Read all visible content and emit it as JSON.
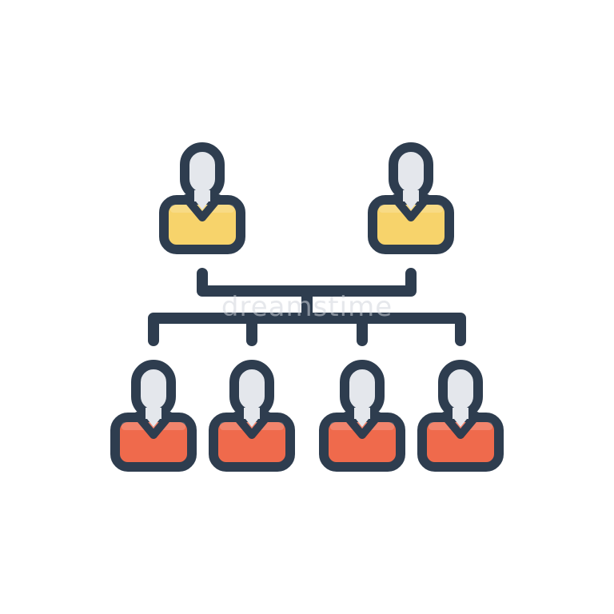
{
  "watermark": "dreamstime",
  "icon": {
    "name": "organization-hierarchy-icon",
    "colors": {
      "outline": "#2e3d4f",
      "head": "#e4e7ec",
      "upper_body": "#f7d36b",
      "lower_body": "#ef6a4c",
      "background": "#ffffff"
    },
    "upper_row_people": 2,
    "lower_row_people": 4
  }
}
